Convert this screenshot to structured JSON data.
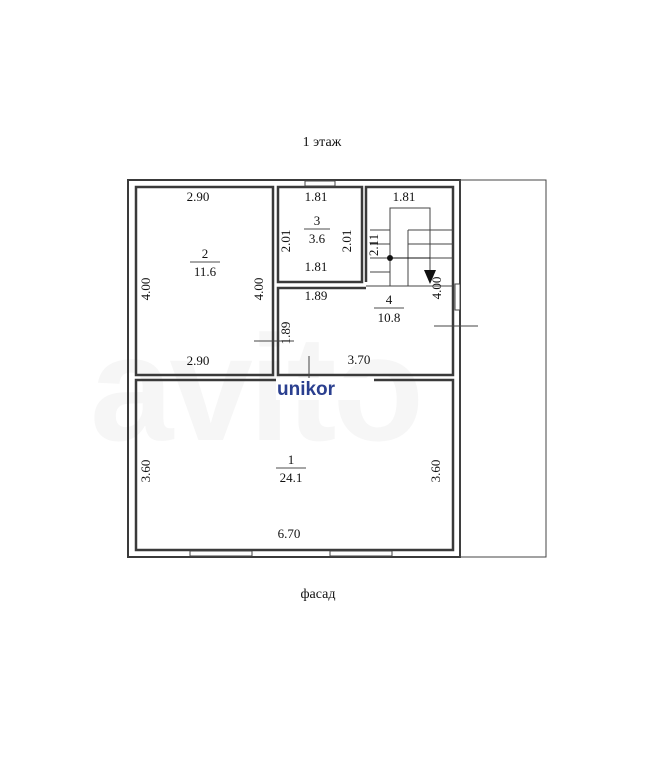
{
  "title": "1 этаж",
  "facade_label": "фасад",
  "watermark": "unikor",
  "rooms": {
    "r1": {
      "number": "1",
      "area": "24.1",
      "width_top": "3.70",
      "width_bottom": "6.70",
      "height_left": "3.60",
      "height_right": "3.60"
    },
    "r2": {
      "number": "2",
      "area": "11.6",
      "width_top": "2.90",
      "width_bottom": "2.90",
      "height_left": "4.00",
      "height_right": "4.00"
    },
    "r3": {
      "number": "3",
      "area": "3.6",
      "width_top": "1.81",
      "width_bottom": "1.81",
      "height_left": "2.01",
      "height_right": "2.01"
    },
    "r4": {
      "number": "4",
      "area": "10.8",
      "width_top": "1.81",
      "height_right": "4.00",
      "stair_height": "2.11",
      "passage_width": "1.89",
      "passage_height": "1.89"
    }
  }
}
